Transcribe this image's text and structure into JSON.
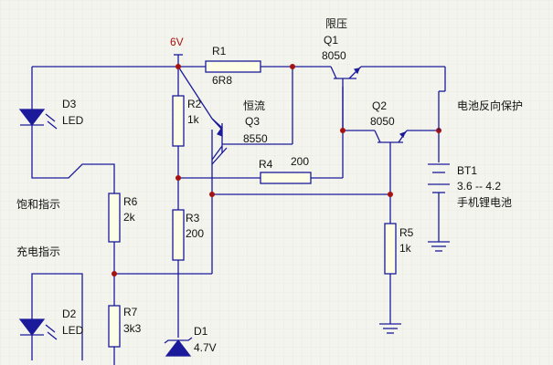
{
  "supply": {
    "voltage": "6V",
    "color": "#a51212"
  },
  "wire_color": "#1a1a9a",
  "resistors": {
    "R1": {
      "ref": "R1",
      "value": "6R8"
    },
    "R2": {
      "ref": "R2",
      "value": "1k"
    },
    "R3": {
      "ref": "R3",
      "value": "200"
    },
    "R4": {
      "ref": "R4",
      "value": "200"
    },
    "R5": {
      "ref": "R5",
      "value": "1k"
    },
    "R6": {
      "ref": "R6",
      "value": "2k"
    },
    "R7": {
      "ref": "R7",
      "value": "3k3"
    }
  },
  "transistors": {
    "Q1": {
      "ref": "Q1",
      "model": "8050",
      "role": "限压"
    },
    "Q2": {
      "ref": "Q2",
      "model": "8050"
    },
    "Q3": {
      "ref": "Q3",
      "model": "8550",
      "role": "恒流"
    }
  },
  "leds": {
    "D3": {
      "ref": "D3",
      "type": "LED",
      "note": "饱和指示"
    },
    "D2": {
      "ref": "D2",
      "type": "LED",
      "note": "充电指示"
    }
  },
  "zener": {
    "ref": "D1",
    "value": "4.7V"
  },
  "battery": {
    "ref": "BT1",
    "voltage": "3.6 -- 4.2",
    "type": "手机锂电池"
  },
  "notes": {
    "reverse_protect": "电池反向保护"
  }
}
